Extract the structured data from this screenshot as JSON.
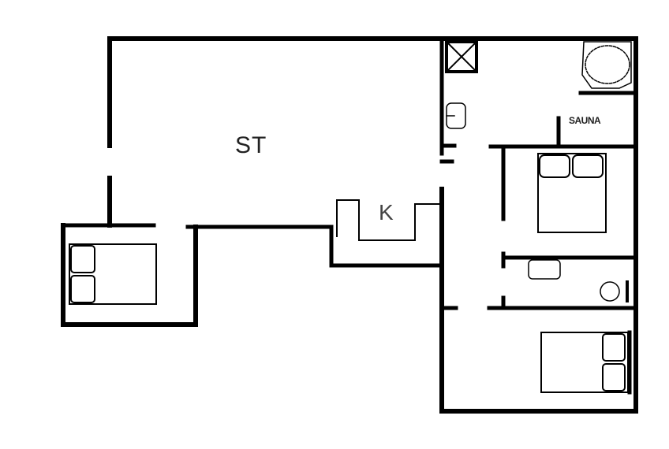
{
  "floor_plan": {
    "rooms": [
      {
        "id": "living",
        "label": "ST"
      },
      {
        "id": "kitchen",
        "label": "K"
      },
      {
        "id": "sauna",
        "label": "SAUNA"
      },
      {
        "id": "bedroom-west",
        "label": ""
      },
      {
        "id": "bedroom-east-upper",
        "label": ""
      },
      {
        "id": "bedroom-east-lower",
        "label": ""
      },
      {
        "id": "bathroom-upper",
        "label": ""
      },
      {
        "id": "bathroom-lower",
        "label": ""
      }
    ],
    "fixtures": [
      "shower",
      "bathtub",
      "toilet",
      "sink",
      "double-bed",
      "double-bed",
      "double-bed"
    ],
    "colors": {
      "wall": "#000000",
      "background": "#ffffff",
      "text": "#222222"
    }
  }
}
